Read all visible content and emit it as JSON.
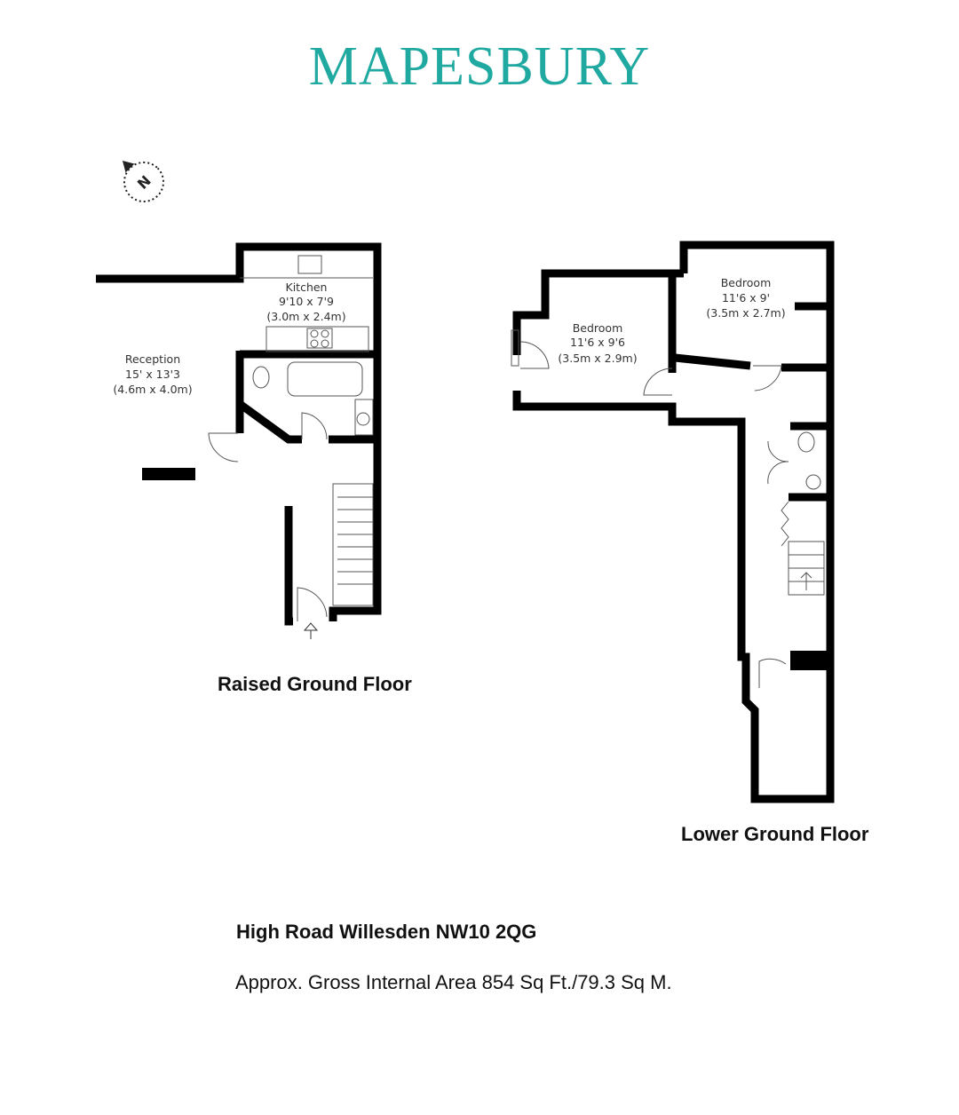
{
  "brand": {
    "name": "MAPESBURY",
    "color": "#1fa9a0"
  },
  "compass": {
    "label": "N"
  },
  "raised_ground_floor": {
    "label": "Raised Ground Floor",
    "rooms": [
      {
        "name": "Kitchen",
        "imperial": "9'10 x 7'9",
        "metric": "(3.0m x 2.4m)"
      },
      {
        "name": "Reception",
        "imperial": "15' x 13'3",
        "metric": "(4.6m x 4.0m)"
      }
    ]
  },
  "lower_ground_floor": {
    "label": "Lower Ground Floor",
    "rooms": [
      {
        "name": "Bedroom",
        "imperial": "11'6 x 9'6",
        "metric": "(3.5m x 2.9m)"
      },
      {
        "name": "Bedroom",
        "imperial": "11'6 x 9'",
        "metric": "(3.5m x 2.7m)"
      }
    ]
  },
  "address": "High Road Willesden NW10 2QG",
  "area": "Approx. Gross Internal Area 854 Sq Ft./79.3 Sq M."
}
